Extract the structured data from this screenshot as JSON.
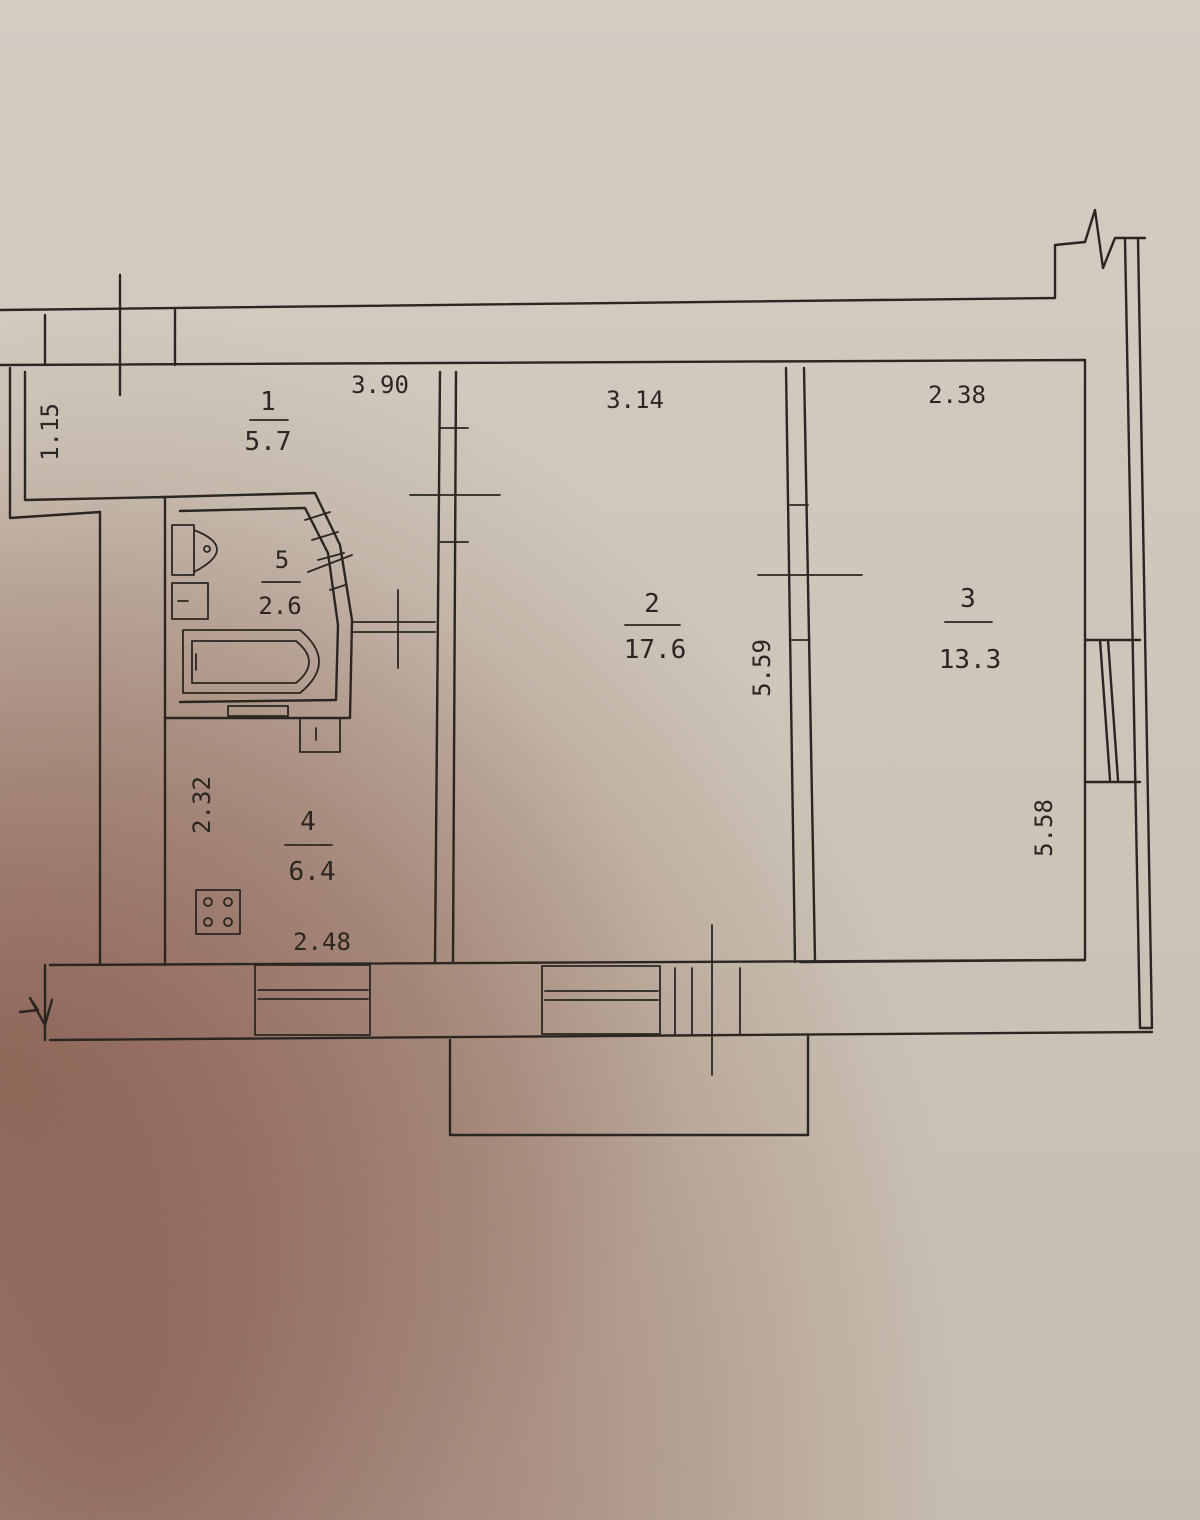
{
  "rooms": [
    {
      "number": "1",
      "area": "5.7"
    },
    {
      "number": "2",
      "area": "17.6"
    },
    {
      "number": "3",
      "area": "13.3"
    },
    {
      "number": "4",
      "area": "6.4"
    },
    {
      "number": "5",
      "area": "2.6"
    }
  ],
  "dimensions": {
    "hall_width": "3.90",
    "hall_depth": "1.15",
    "room2_width": "3.14",
    "room2_length": "5.59",
    "room3_width": "2.38",
    "room3_length": "5.58",
    "kitchen_width": "2.48",
    "kitchen_depth": "2.32"
  }
}
